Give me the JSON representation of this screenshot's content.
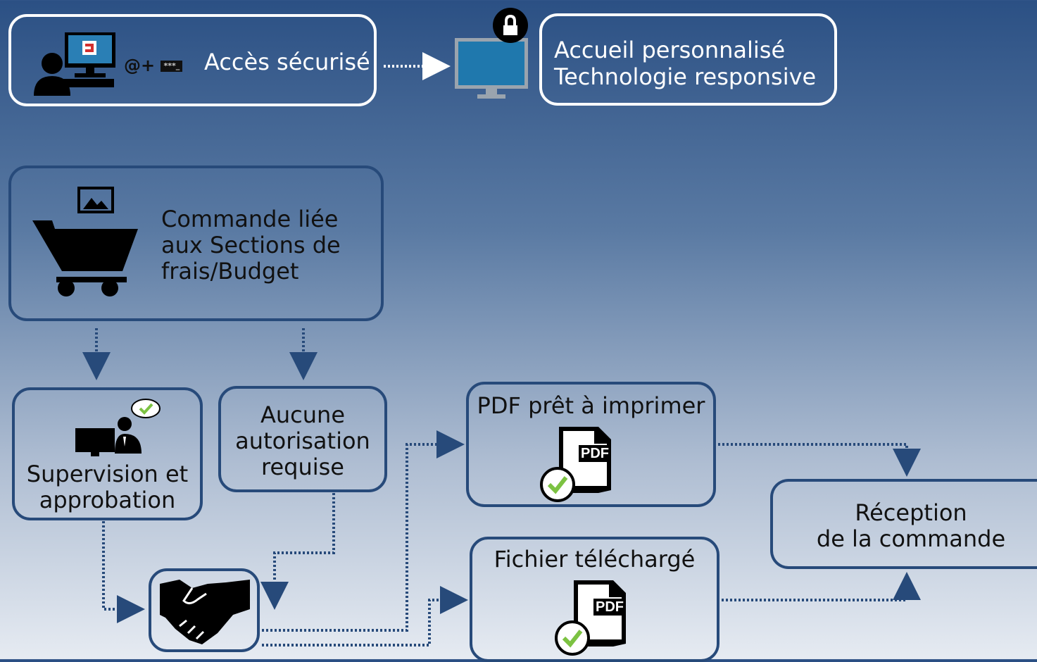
{
  "top": {
    "secure_access": "Accès sécurisé",
    "welcome_line1": "Accueil personnalisé",
    "welcome_line2": "Technologie responsive",
    "login_icon_text": "@+",
    "password_mask": "***_"
  },
  "order": {
    "line1": "Commande liée",
    "line2": "aux Sections de",
    "line3": "frais/Budget"
  },
  "supervision": {
    "line1": "Supervision et",
    "line2": "approbation"
  },
  "no_auth": {
    "line1": "Aucune",
    "line2": "autorisation",
    "line3": "requise"
  },
  "pdf_ready": {
    "title": "PDF prêt à imprimer",
    "badge": "PDF"
  },
  "file_download": {
    "title": "Fichier téléchargé",
    "badge": "PDF"
  },
  "reception": {
    "line1": "Réception",
    "line2": "de la commande"
  },
  "colors": {
    "box_border_top": "#ffffff",
    "box_border_low": "#274a7a",
    "connector": "#274a7a",
    "check": "#7cc242",
    "monitor_screen": "#2a7fb5"
  },
  "icons": [
    "user-computer-icon",
    "lock-monitor-icon",
    "shopping-cart-icon",
    "image-icon",
    "supervisor-icon",
    "handshake-icon",
    "pdf-file-icon"
  ]
}
